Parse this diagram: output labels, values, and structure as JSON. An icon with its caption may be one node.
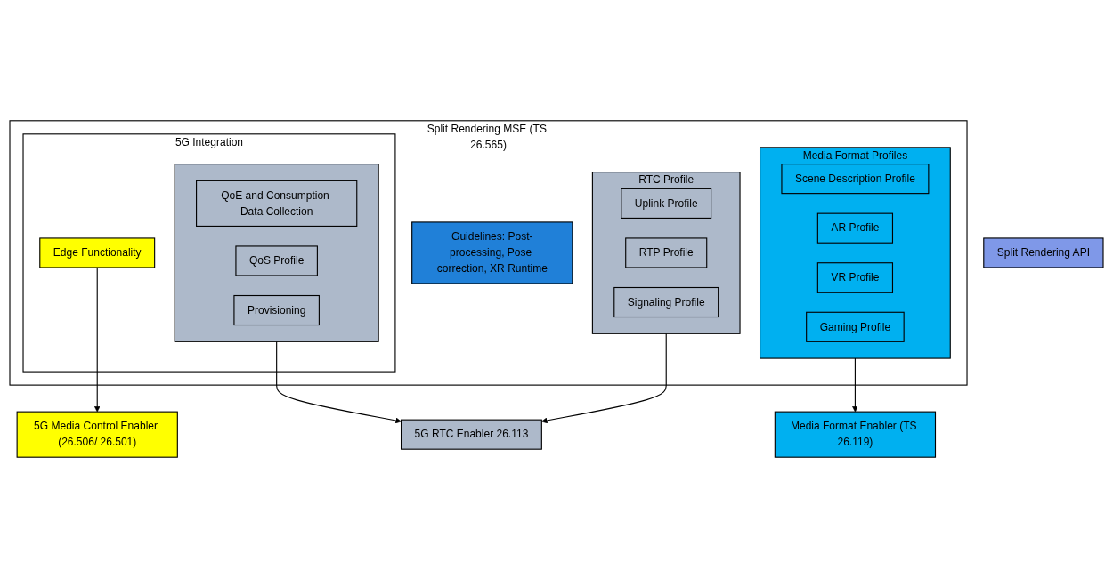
{
  "diagram": {
    "nodes": [
      {
        "text": [
          "Split Rendering API"
        ]
      },
      {
        "text": [
          "Split Rendering MSE (TS 26.565)"
        ]
      },
      {
        "text": [
          "RTC Profile"
        ],
        "in": 1
      },
      {
        "text": [
          "Uplink Profile"
        ],
        "in": 2
      },
      {
        "text": [
          "RTP Profile"
        ],
        "in": 2
      },
      {
        "text": [
          "Signaling Profile"
        ],
        "in": 2
      },
      {
        "text": [
          "Media Format Profiles"
        ],
        "in": 1
      },
      {
        "text": [
          "Scene Description Profile"
        ],
        "in": 6
      },
      {
        "text": [
          "AR Profile"
        ],
        "in": 6
      },
      {
        "text": [
          "VR Profile"
        ],
        "in": 6
      },
      {
        "text": [
          "Gaming Profile"
        ],
        "in": 6
      },
      {
        "text": [
          "Guidelines: Post-processing, Pose correction, XR Runtime"
        ],
        "in": 1
      },
      {
        "text": [
          "5G Integration"
        ],
        "in": 1
      },
      {
        "text": [],
        "shape": "box",
        "in": 12
      },
      {
        "text": [
          "QoE and Consumption Data Collection"
        ],
        "in": 13
      },
      {
        "text": [
          "QoS Profile"
        ],
        "in": 13
      },
      {
        "text": [
          "Provisioning"
        ],
        "in": 13
      },
      {
        "text": [
          "Edge Functionality"
        ],
        "in": 12
      },
      {
        "text": [
          "5G RTC Enabler 26.113"
        ]
      },
      {
        "text": [
          "5G Media Control Enabler (26.506/ 26.501)"
        ]
      },
      {
        "text": [
          "Media Format Enabler (TS 26.119)"
        ]
      }
    ],
    "edges": [
      {
        "from": 2,
        "to": 18,
        "arrow": "to"
      },
      {
        "from": 13,
        "to": 18,
        "arrow": "to"
      },
      {
        "from": 17,
        "to": 19,
        "arrow": "to"
      },
      {
        "from": 6,
        "to": 20,
        "arrow": "to"
      }
    ]
  }
}
